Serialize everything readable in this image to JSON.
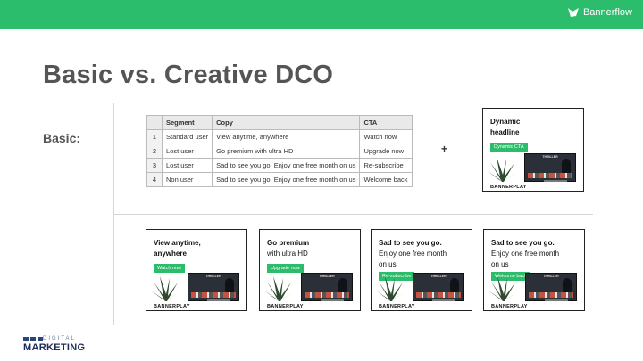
{
  "brand": {
    "name": "Bannerflow",
    "color": "#2bbd6b"
  },
  "slide": {
    "title": "Basic vs. Creative DCO",
    "basic_label": "Basic:"
  },
  "table": {
    "headers": [
      "",
      "Segment",
      "Copy",
      "CTA"
    ],
    "rows": [
      {
        "num": "1",
        "segment": "Standard user",
        "copy": "View anytime, anywhere",
        "cta": "Watch now"
      },
      {
        "num": "2",
        "segment": "Lost user",
        "copy": "Go premium with ultra HD",
        "cta": "Upgrade now"
      },
      {
        "num": "3",
        "segment": "Lost user",
        "copy": "Sad to see you go. Enjoy one free month on us",
        "cta": "Re-subscribe"
      },
      {
        "num": "4",
        "segment": "Non user",
        "copy": "Sad to see you go. Enjoy one free month on us",
        "cta": "Welcome back"
      }
    ]
  },
  "plus": "+",
  "template_ad": {
    "headline_1": "Dynamic",
    "headline_2": "headline",
    "cta": "Dynamic CTA"
  },
  "ads": [
    {
      "bold": "View anytime,",
      "bold2": "anywhere",
      "rest": "",
      "rest2": "",
      "cta": "Watch now"
    },
    {
      "bold": "Go premium",
      "bold2": "",
      "rest": "with ultra HD",
      "rest2": "",
      "cta": "Upgrade now"
    },
    {
      "bold": "Sad to see you go.",
      "bold2": "",
      "rest": "Enjoy one free month",
      "rest2": "on us",
      "cta": "Re-subscribe"
    },
    {
      "bold": "Sad to see you go.",
      "bold2": "",
      "rest": "Enjoy one free month",
      "rest2": "on us",
      "cta": "Welcome back"
    }
  ],
  "ad_brand": "BANNERPLAY",
  "ad_tv_title": "THRILLER",
  "footer": {
    "small": "DIGITAL",
    "big": "MARKETING"
  }
}
